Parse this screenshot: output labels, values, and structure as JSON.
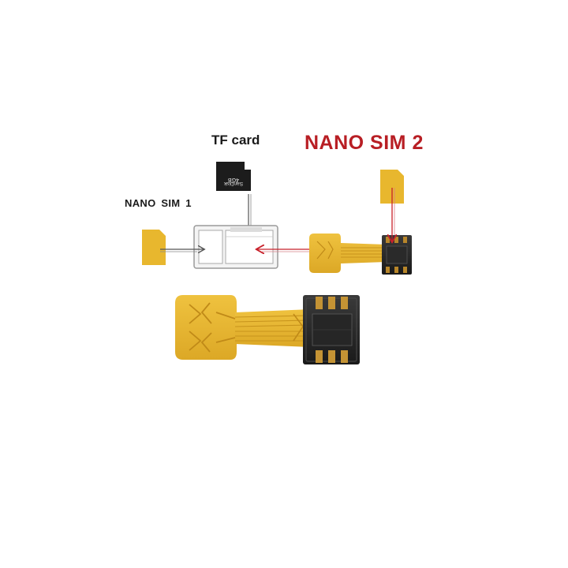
{
  "labels": {
    "tf_card": "TF card",
    "nano_sim_2": "NANO SIM 2",
    "nano_sim_1": "NANO  SIM 1",
    "card_brand": "SanDisk",
    "card_capacity": "4GB"
  },
  "colors": {
    "flex_yellow": "#e8b72e",
    "flex_trace": "#c8941c",
    "arrow_red": "#c8202a",
    "arrow_gray": "#6b6b6b",
    "sim2_label_red": "#b81e24",
    "card_black": "#1c1c1c"
  },
  "icons": {
    "tf_card": "microsd-card-icon",
    "nano_sim_1": "sim-card-icon",
    "nano_sim_2": "sim-card-icon",
    "sim_tray": "phone-sim-tray-icon",
    "adapter": "flex-cable-adapter-icon"
  }
}
